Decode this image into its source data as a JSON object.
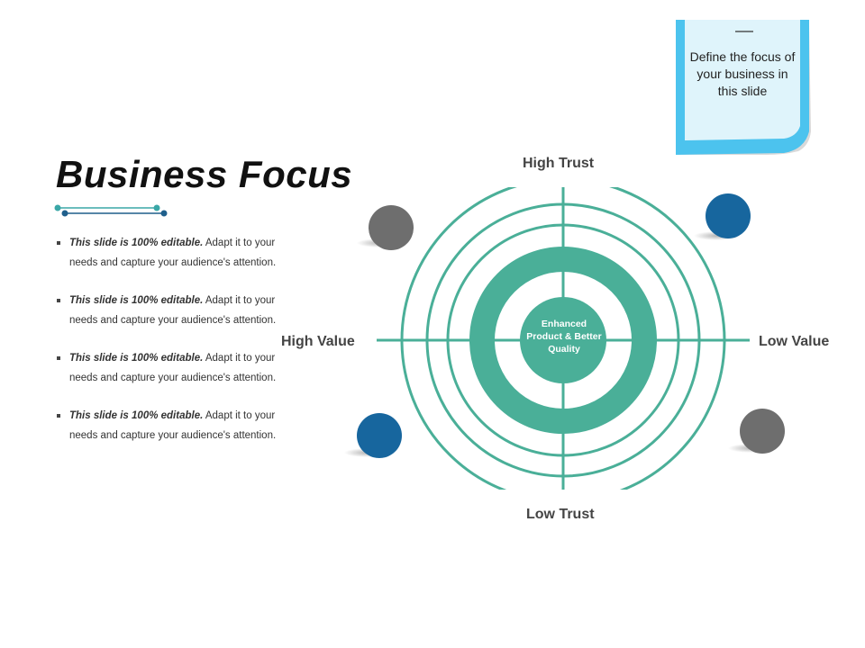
{
  "slide": {
    "title": "Business Focus"
  },
  "bullets": [
    {
      "emphasis": "This slide is 100% editable.",
      "text": " Adapt it to your needs and capture your audience's attention."
    },
    {
      "emphasis": "This slide is 100% editable.",
      "text": " Adapt it to your needs and capture your audience's attention."
    },
    {
      "emphasis": "This slide is 100% editable.",
      "text": " Adapt it to your needs and capture your audience's attention."
    },
    {
      "emphasis": "This slide is 100% editable.",
      "text": " Adapt it to your needs and capture your audience's attention."
    }
  ],
  "note": {
    "text": "Define the focus of your business in this slide"
  },
  "diagram": {
    "top_label": "High Trust",
    "bottom_label": "Low Trust",
    "left_label": "High Value",
    "right_label": "Low Value",
    "center_label": "Enhanced Product & Better Quality"
  },
  "colors": {
    "teal": "#4aaf98",
    "blue": "#17669e",
    "gray": "#6e6e6e",
    "note_fill": "#dff4fb",
    "note_edge": "#4cc3ee"
  }
}
